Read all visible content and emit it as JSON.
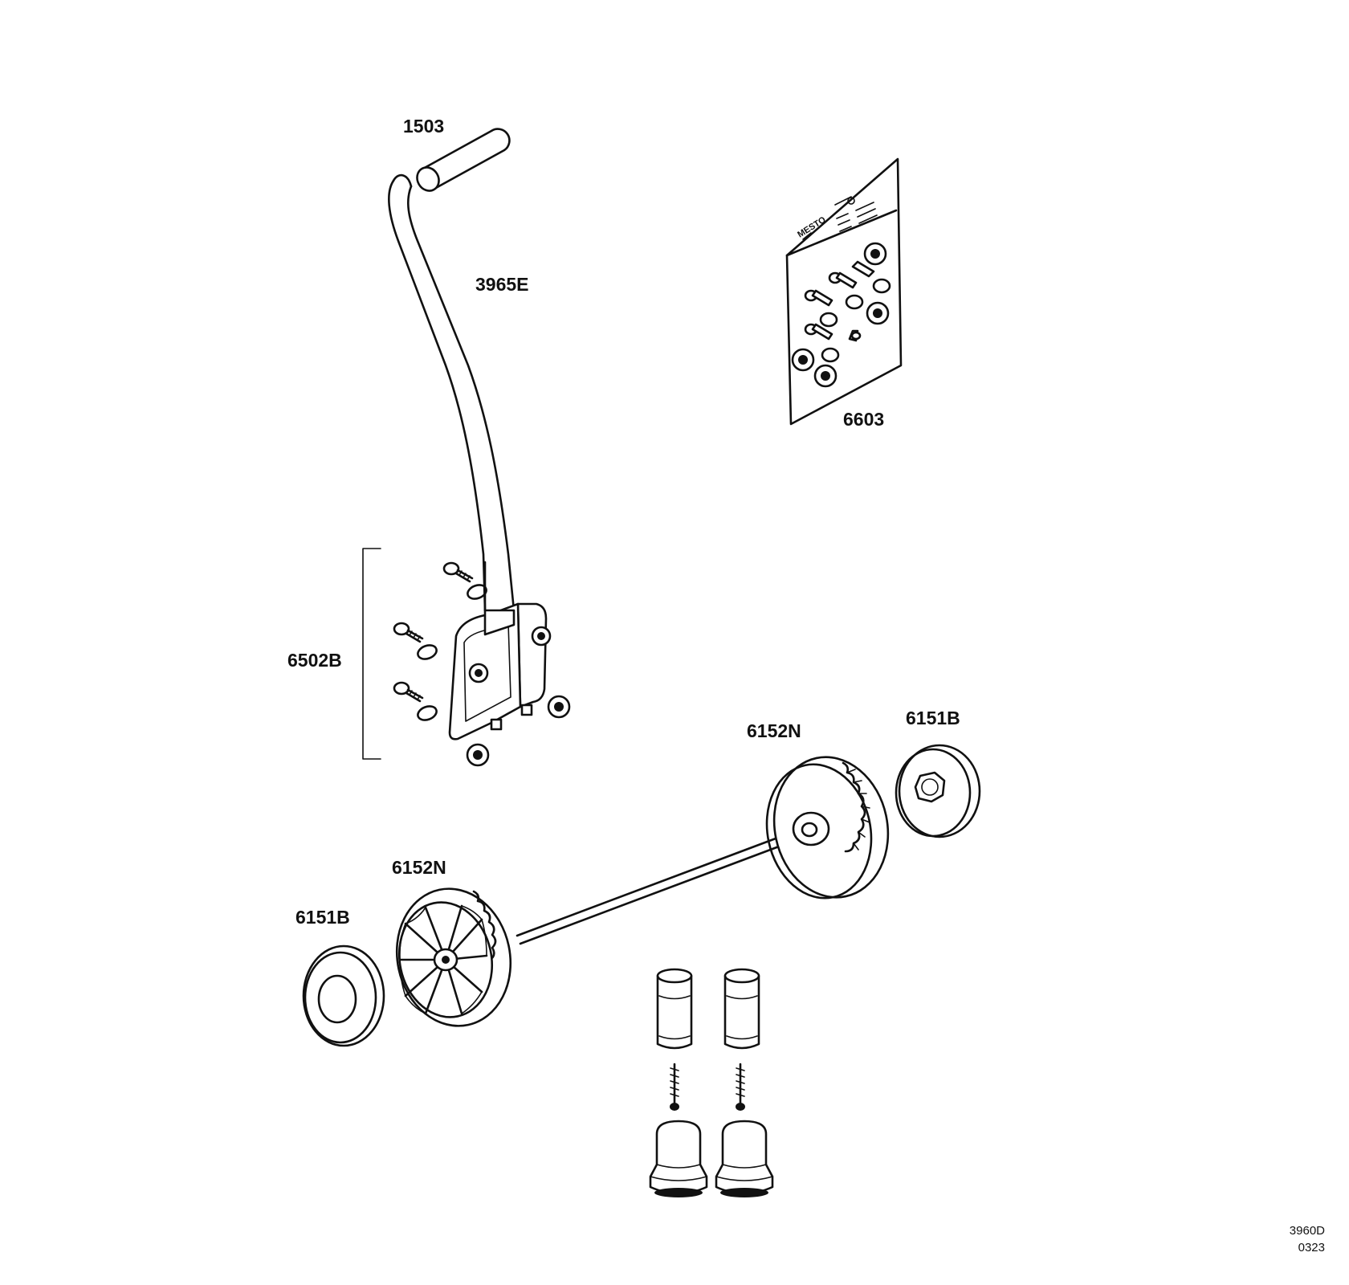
{
  "labels": {
    "grip": "1503",
    "handle": "3965E",
    "screw_set_pack": "6603",
    "bracket_kit": "6502B",
    "wheel_right": "6152N",
    "cap_right": "6151B",
    "wheel_left": "6152N",
    "cap_left": "6151B"
  },
  "package_brand": "MESTO",
  "document_code": {
    "line1": "3960D",
    "line2": "0323"
  }
}
